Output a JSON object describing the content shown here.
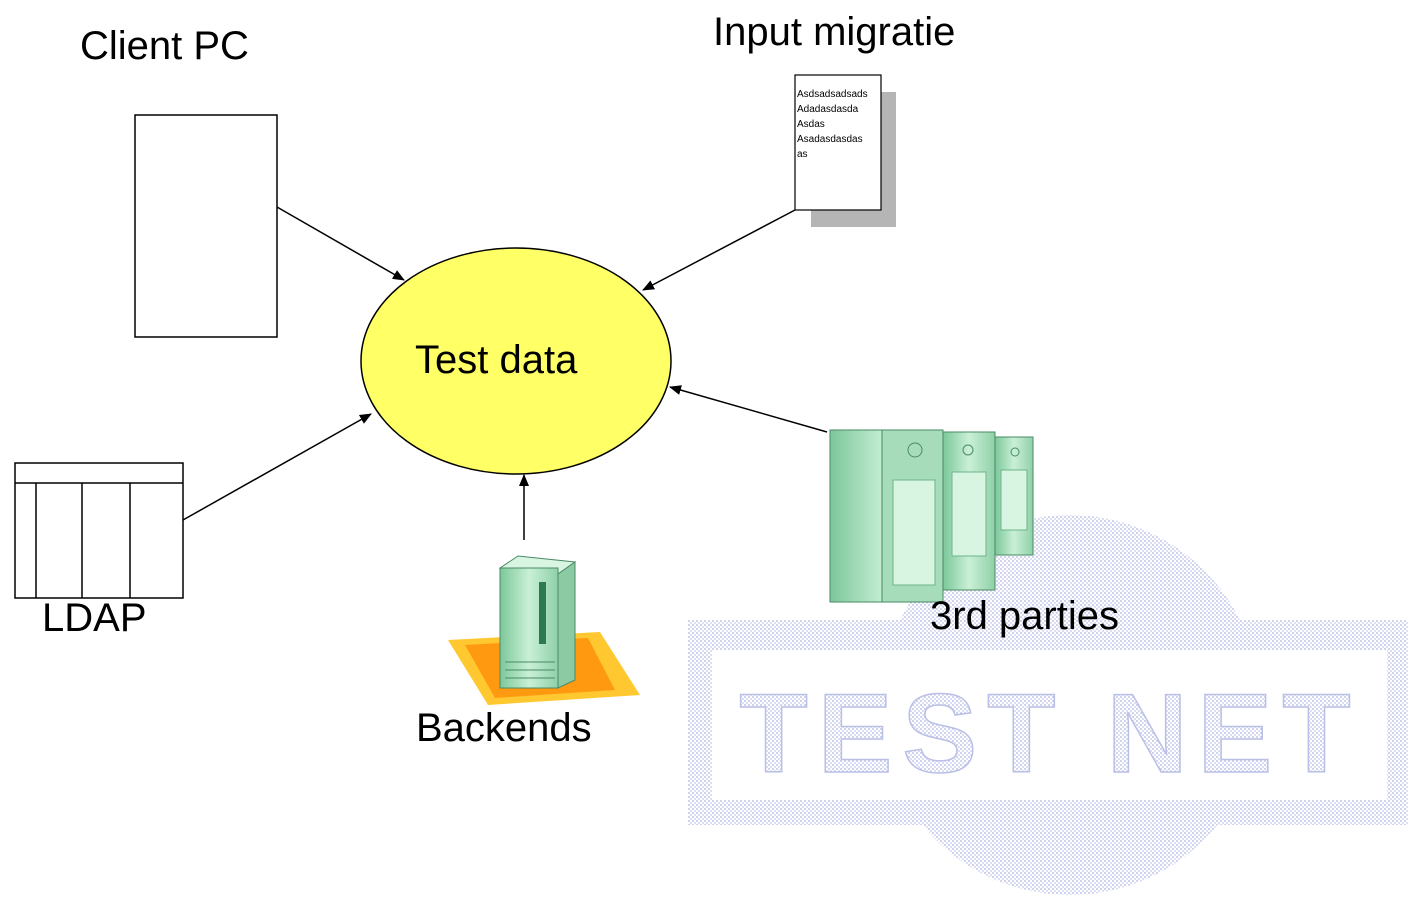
{
  "labels": {
    "client_pc": "Client PC",
    "input_migratie": "Input migratie",
    "test_data": "Test data",
    "ldap": "LDAP",
    "backends": "Backends",
    "third_parties": "3rd parties"
  },
  "document_lines": [
    "Asdsadsadsads",
    "Adadasdasda",
    "Asdas",
    "Asadasdasdas",
    "as"
  ],
  "watermark": {
    "text": "TEST NET",
    "color": "#9fa8dd"
  },
  "colors": {
    "ellipse_fill": "#ffff66",
    "server_green": "#b8e8c8",
    "server_dark": "#5aa57a",
    "backend_mat": "#ffb020",
    "backend_mat_inner": "#ff8c00"
  }
}
